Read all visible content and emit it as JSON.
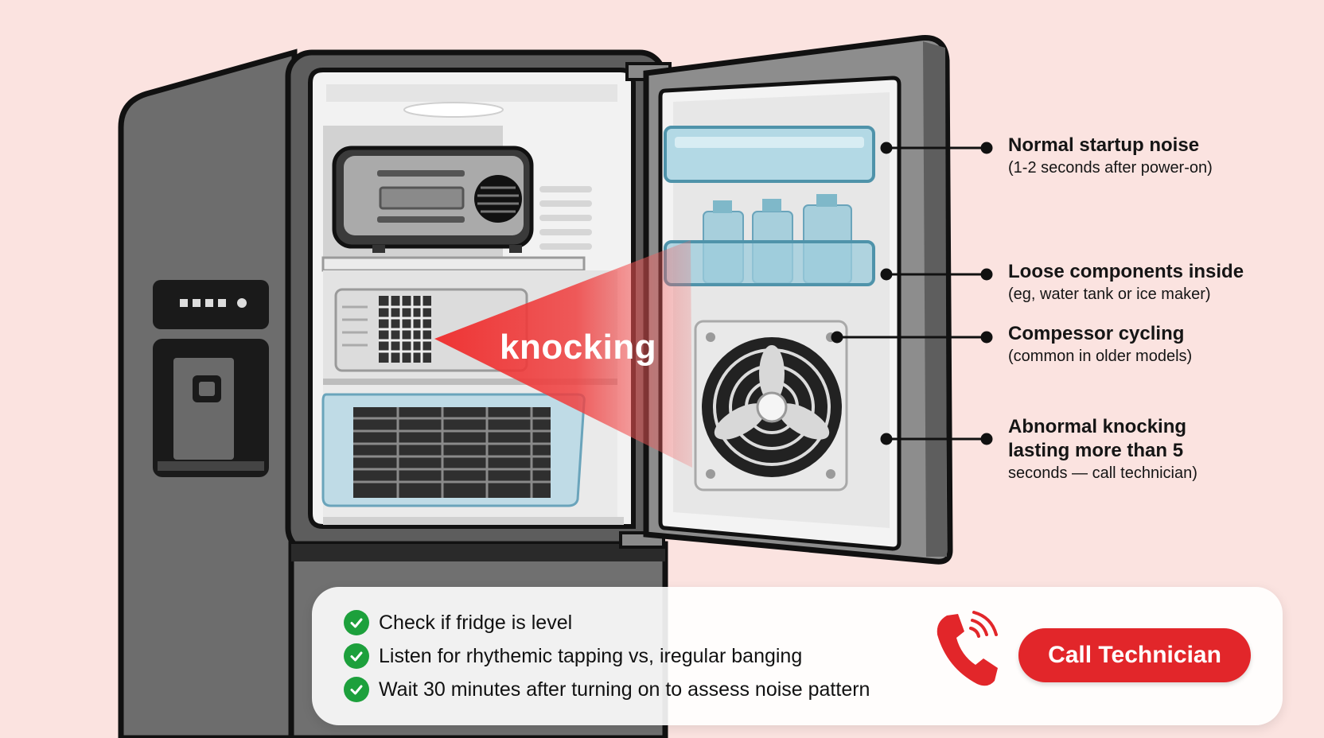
{
  "callouts": [
    {
      "title": "Normal startup noise",
      "subtitle": "(1-2 seconds after power-on)"
    },
    {
      "title": "Loose components inside",
      "subtitle": "(eg, water tank or ice maker)"
    },
    {
      "title": "Compessor cycling",
      "subtitle": "(common in older models)"
    },
    {
      "title_lines": [
        "Abnormal knocking",
        "lasting more than 5"
      ],
      "subtitle": "seconds — call technician)"
    }
  ],
  "sound_label": "knocking",
  "checklist": [
    "Check if fridge is level",
    "Listen for rhythemic tapping vs, iregular banging",
    "Wait 30 minutes after turning on to assess noise pattern"
  ],
  "call_button_label": "Call Technician",
  "icons": {
    "check": "check-circle-icon",
    "phone": "phone-ringing-icon",
    "fan": "fan-icon",
    "dispenser": "water-dispenser-icon"
  },
  "colors": {
    "background": "#fbe3e0",
    "accent_red": "#e2262a",
    "check_green": "#1da03c",
    "fridge_body": "#6d6d6d"
  }
}
